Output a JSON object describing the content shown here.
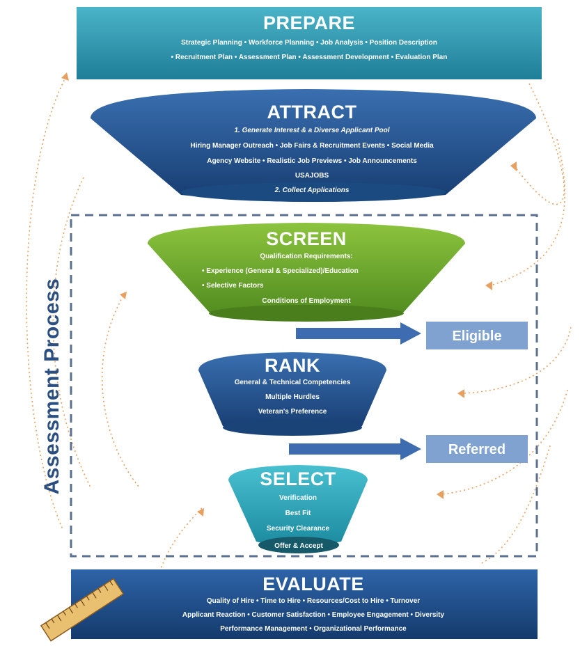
{
  "prepare": {
    "title": "PREPARE",
    "line1": "Strategic Planning • Workforce Planning • Job Analysis • Position Description",
    "line2": "• Recruitment Plan • Assessment Plan • Assessment Development • Evaluation Plan"
  },
  "attract": {
    "title": "ATTRACT",
    "line1": "1. Generate Interest & a Diverse Applicant Pool",
    "line2": "Hiring Manager Outreach • Job Fairs & Recruitment Events • Social Media",
    "line3": "Agency Website • Realistic Job Previews • Job Announcements",
    "line4": "USAJOBS",
    "line5": "2. Collect Applications"
  },
  "screen": {
    "title": "SCREEN",
    "line1": "Qualification Requirements:",
    "line2": "• Experience (General & Specialized)/Education",
    "line3": "• Selective Factors",
    "line4": "Conditions of Employment"
  },
  "rank": {
    "title": "RANK",
    "line1": "General & Technical Competencies",
    "line2": "Multiple Hurdles",
    "line3": "Veteran's Preference"
  },
  "select": {
    "title": "SELECT",
    "line1": "Verification",
    "line2": "Best Fit",
    "line3": "Security Clearance",
    "line4": "Offer & Accept"
  },
  "evaluate": {
    "title": "EVALUATE",
    "line1": "Quality of Hire • Time to Hire • Resources/Cost to Hire • Turnover",
    "line2": "Applicant Reaction • Customer Satisfaction • Employee Engagement • Diversity",
    "line3": "Performance Management • Organizational Performance"
  },
  "side_label": "Assessment Process",
  "outcomes": {
    "eligible": "Eligible",
    "referred": "Referred"
  },
  "colors": {
    "prepare": "#2a8fa8",
    "attract": "#1f4f8a",
    "screen": "#6fa82e",
    "rank": "#1f4f8a",
    "select": "#2aa0b4",
    "evaluate": "#1c4a86",
    "outcome_box": "#7fa2d0",
    "arrow": "#3d6db0",
    "dashed": "#5a7090",
    "dotted_curve": "#e8a060"
  }
}
